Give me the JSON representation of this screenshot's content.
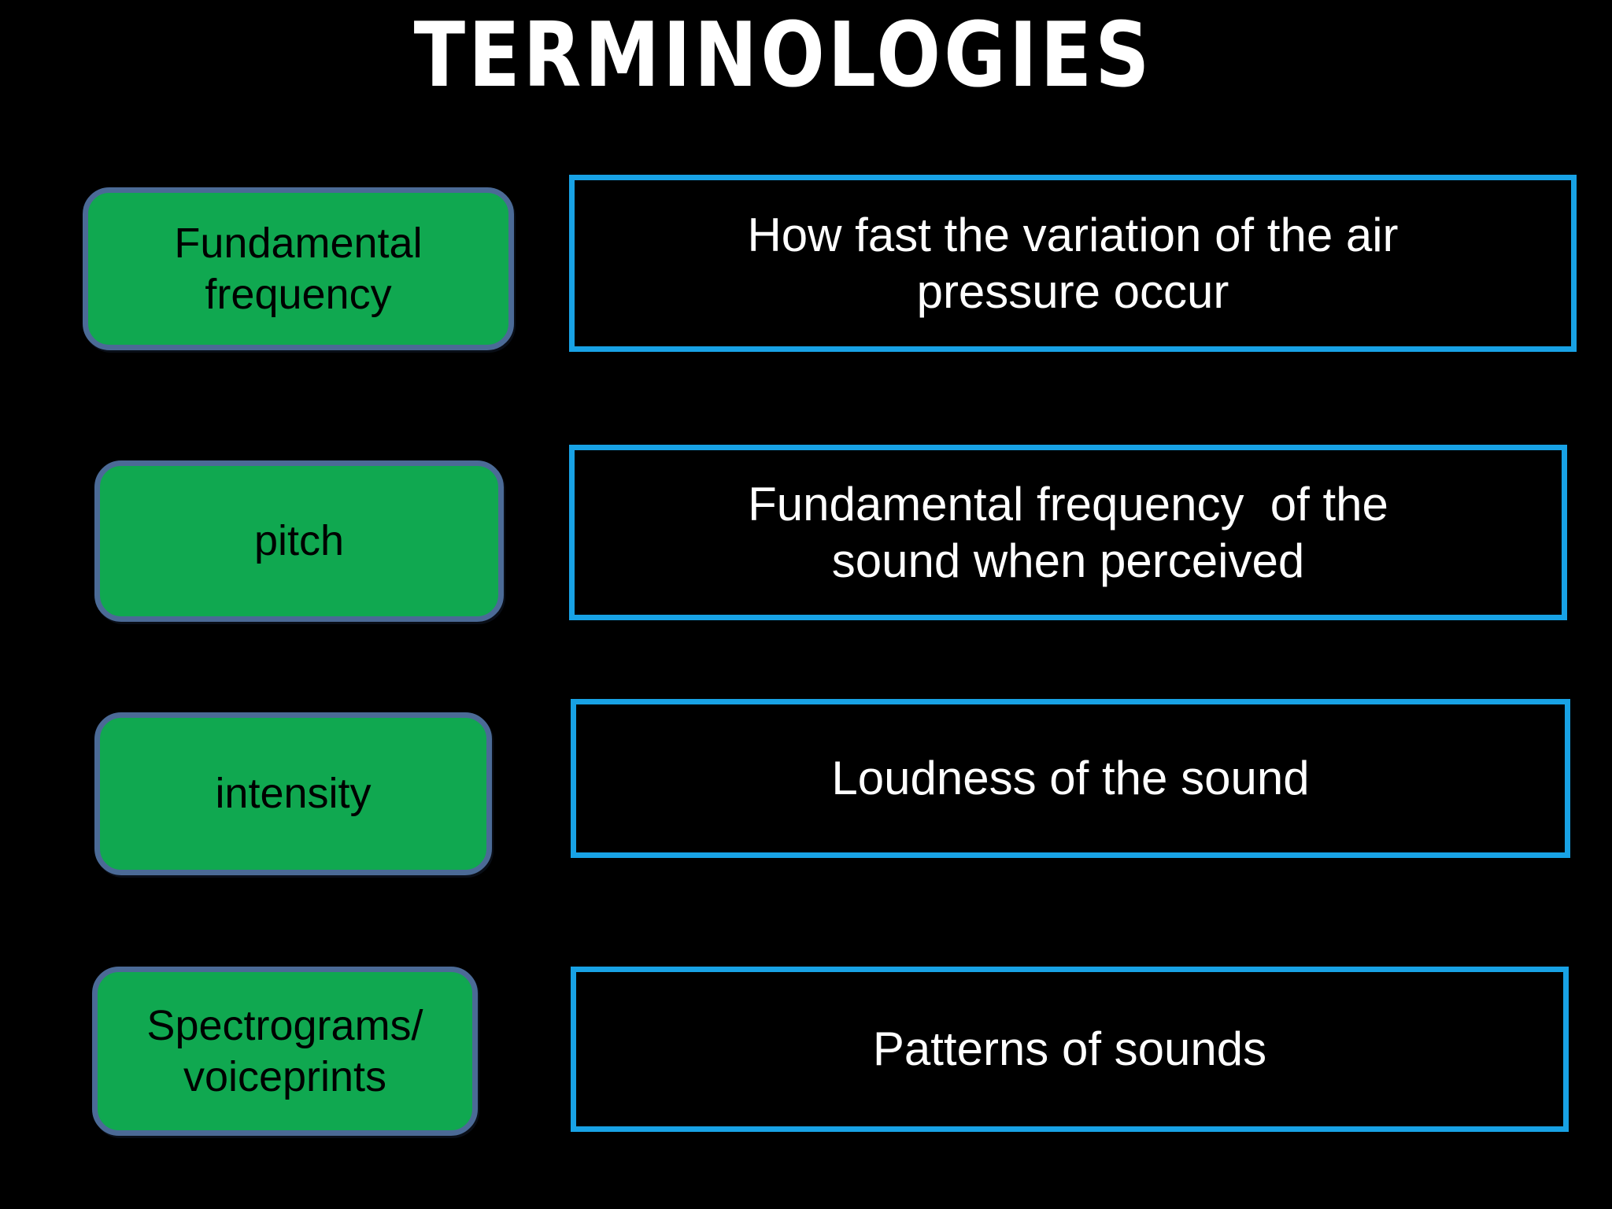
{
  "slide": {
    "title": "TERMINOLOGIES",
    "colors": {
      "background": "#000000",
      "term_fill": "#10a850",
      "term_border": "#4b6a96",
      "term_text": "#000000",
      "definition_border": "#18a2e5",
      "definition_text": "#ffffff",
      "title_text": "#ffffff"
    },
    "rows": [
      {
        "term": "Fundamental frequency",
        "term_lines": [
          "Fundamental",
          "frequency"
        ],
        "definition": "How fast the variation of the air pressure occur",
        "def_lines": [
          "How fast the variation of the air",
          "pressure occur"
        ]
      },
      {
        "term": "pitch",
        "term_lines": [
          "pitch"
        ],
        "definition": "Fundamental frequency  of the sound when perceived",
        "def_lines": [
          "Fundamental frequency  of the",
          "sound when perceived"
        ]
      },
      {
        "term": "intensity",
        "term_lines": [
          "intensity"
        ],
        "definition": "Loudness of the sound",
        "def_lines": [
          "Loudness of the sound"
        ]
      },
      {
        "term": "Spectrograms/ voiceprints",
        "term_lines": [
          "Spectrograms/",
          "voiceprints"
        ],
        "definition": "Patterns of sounds",
        "def_lines": [
          "Patterns of sounds"
        ]
      }
    ]
  }
}
